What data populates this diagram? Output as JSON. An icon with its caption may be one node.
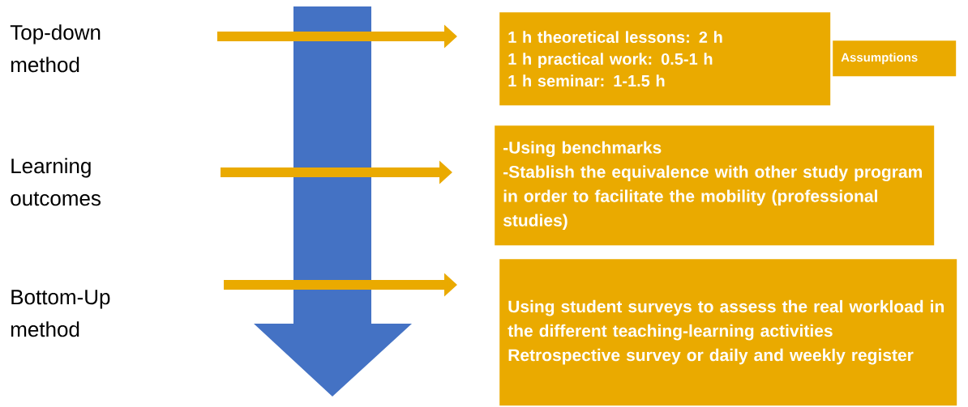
{
  "diagram": {
    "nodes": [
      {
        "text": [
          "1 h theoretical lessons:    2 h",
          "1 h practical work: 0.5-1 h",
          "1 h seminar: 1-1.5 h"
        ]
      },
      {
        "text": [
          "Assumptions"
        ]
      },
      {
        "text": [
          "-Using benchmarks",
          "-Stablish the equivalence with other study program in order to facilitate the mobility (professional studies)"
        ]
      },
      {
        "text": [
          "Using student surveys to assess the real workload in the different teaching-learning activities",
          "Retrospective survey or daily and weekly register"
        ]
      }
    ],
    "edges": [
      {
        "from": null,
        "to": 0,
        "arrow": "to"
      },
      {
        "from": null,
        "to": 2,
        "arrow": "to"
      },
      {
        "from": null,
        "to": 3,
        "arrow": "to"
      }
    ],
    "labels": [
      "Top-down method",
      "Learning outcomes",
      "Bottom-Up method"
    ]
  }
}
